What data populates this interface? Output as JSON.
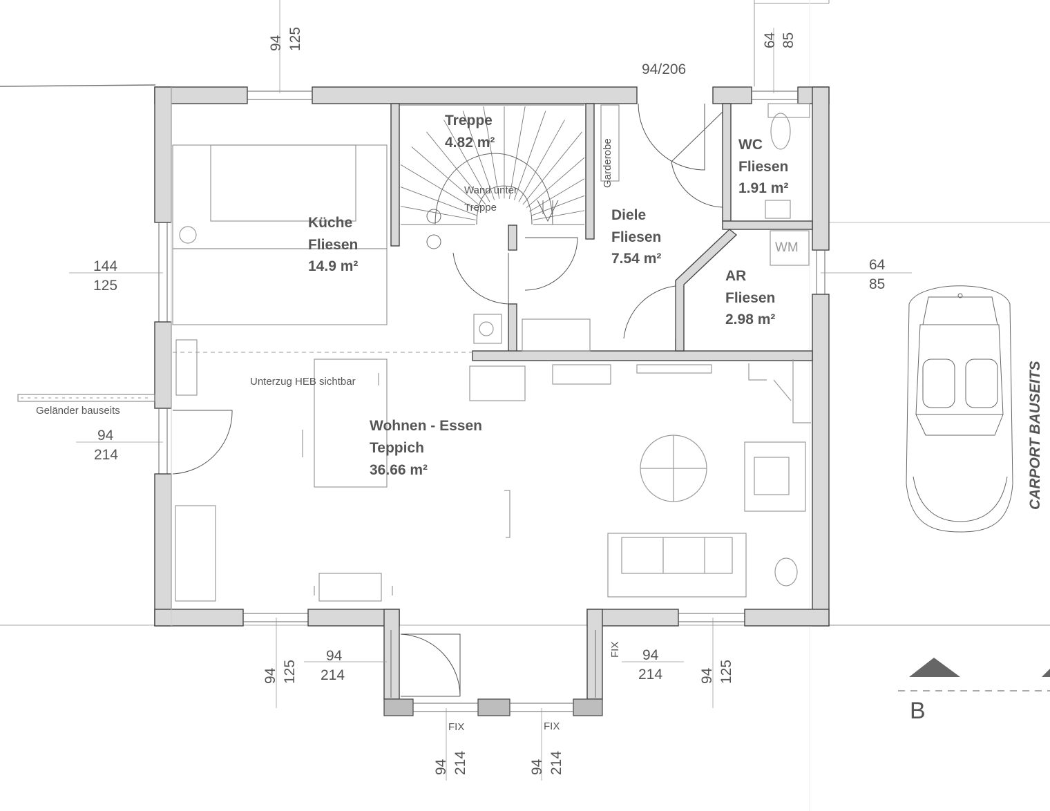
{
  "rooms": {
    "kueche": {
      "name": "Küche",
      "floor": "Fliesen",
      "area": "14.9 m²"
    },
    "treppe": {
      "name": "Treppe",
      "area": "4.82 m²",
      "note_line1": "Wand unter",
      "note_line2": "Treppe"
    },
    "garderobe": "Garderobe",
    "diele": {
      "name": "Diele",
      "floor": "Fliesen",
      "area": "7.54 m²"
    },
    "wc": {
      "name": "WC",
      "floor": "Fliesen",
      "area": "1.91 m²"
    },
    "ar": {
      "name": "AR",
      "floor": "Fliesen",
      "area": "2.98 m²"
    },
    "wm": "WM",
    "wohnen": {
      "name": "Wohnen - Essen",
      "floor": "Teppich",
      "area": "36.66 m²"
    }
  },
  "annotations": {
    "unterzug": "Unterzug HEB sichtbar",
    "gelaender": "Geländer bauseits",
    "carport": "CARPORT BAUSEITS",
    "section": "B",
    "fix": "FIX"
  },
  "dimensions": {
    "top_left_window": [
      "94",
      "125"
    ],
    "top_door": "94/206",
    "top_wc_window": [
      "64",
      "85"
    ],
    "left_kitchen_window": [
      "144",
      "125"
    ],
    "left_door": [
      "94",
      "214"
    ],
    "right_ar_window": [
      "64",
      "85"
    ],
    "bottom_left_window": [
      "94",
      "125"
    ],
    "bottom_entry_door": [
      "94",
      "214"
    ],
    "bottom_right_fix": [
      "94",
      "214"
    ],
    "bottom_right_window": [
      "94",
      "125"
    ],
    "bay_left_fix": [
      "94",
      "214"
    ],
    "bay_right_fix": [
      "94",
      "214"
    ]
  }
}
